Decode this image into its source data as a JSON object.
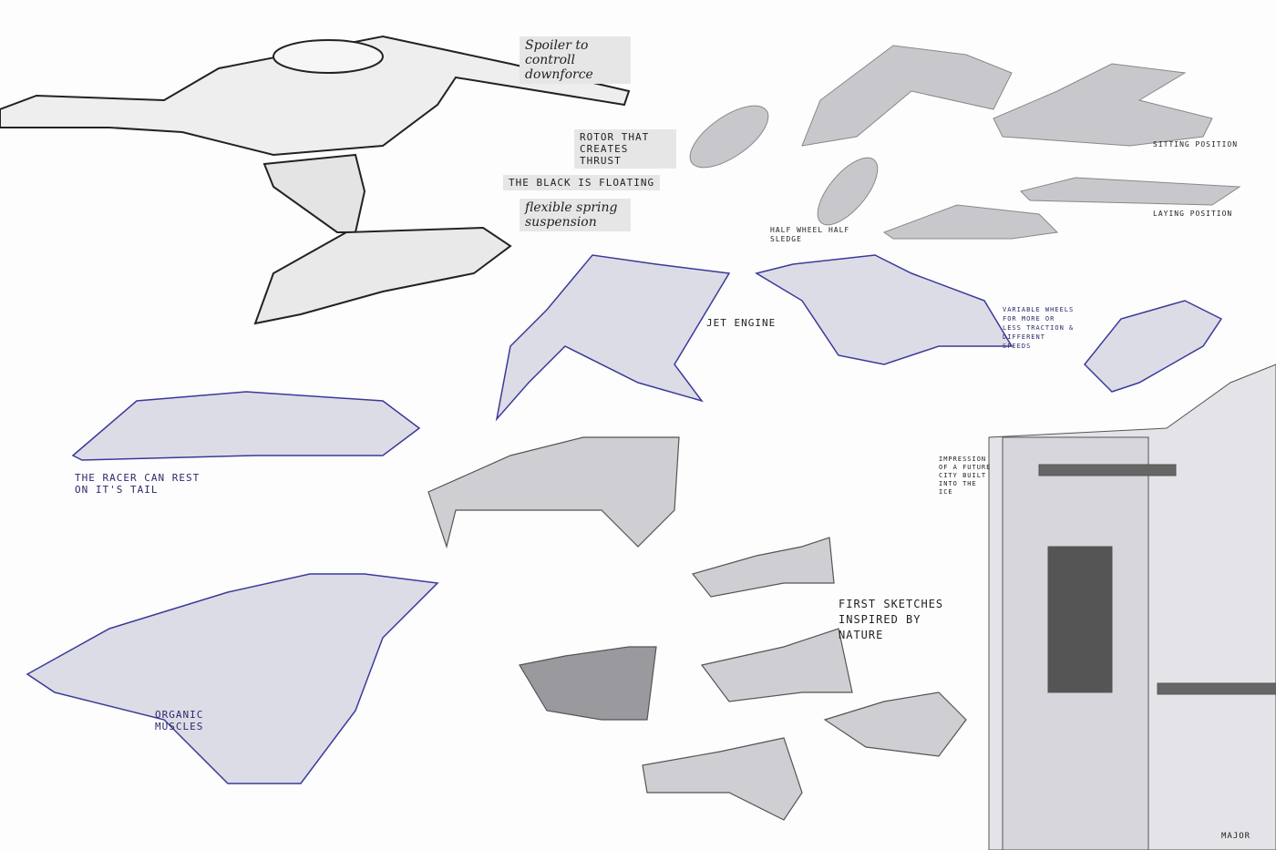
{
  "annotations": {
    "spoiler": "Spoiler to controll downforce",
    "rotor": "Rotor that creates thrust",
    "floating": "The black is floating",
    "suspension": "flexible spring suspension",
    "sitting": "Sitting position",
    "laying": "Laying position",
    "half_wheel": "Half wheel half sledge",
    "jet_engine": "Jet engine",
    "variable_wheels": "Variable wheels for more or less traction & different speeds",
    "rest_tail": "The racer can rest on it's tail",
    "organic": "Organic muscles",
    "first_sketches": "First sketches inspired by nature",
    "city": "Impression of a future city built into the ice",
    "signature": "Major"
  },
  "colors": {
    "ink": "#222222",
    "blue_ink": "#3a3a9a",
    "marker": "#c8c8cc",
    "dark_marker": "#8a8a8e"
  }
}
